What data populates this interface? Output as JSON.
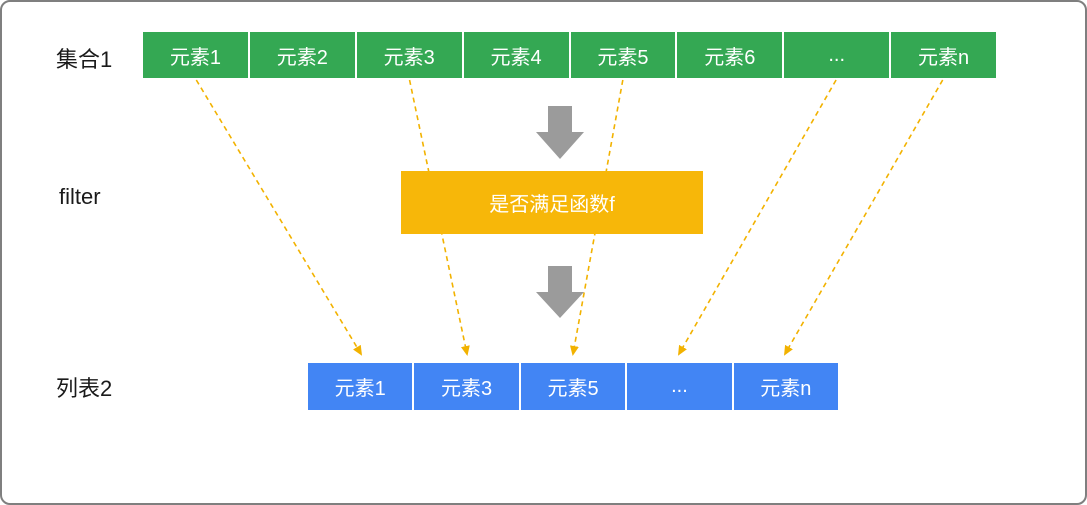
{
  "colors": {
    "green": "#34A853",
    "blue": "#4285F4",
    "yellow": "#F7B709",
    "gray_arrow": "#9B9B9B",
    "dash_line": "#F2B200"
  },
  "source_row": {
    "label": "集合1",
    "items": [
      "元素1",
      "元素2",
      "元素3",
      "元素4",
      "元素5",
      "元素6",
      "...",
      "元素n"
    ]
  },
  "filter": {
    "label": "filter",
    "box_label": "是否满足函数f"
  },
  "result_row": {
    "label": "列表2",
    "items": [
      "元素1",
      "元素3",
      "元素5",
      "...",
      "元素n"
    ]
  },
  "connections": [
    {
      "from": 0,
      "to": 0
    },
    {
      "from": 2,
      "to": 1
    },
    {
      "from": 4,
      "to": 2
    },
    {
      "from": 6,
      "to": 3
    },
    {
      "from": 7,
      "to": 4
    }
  ]
}
